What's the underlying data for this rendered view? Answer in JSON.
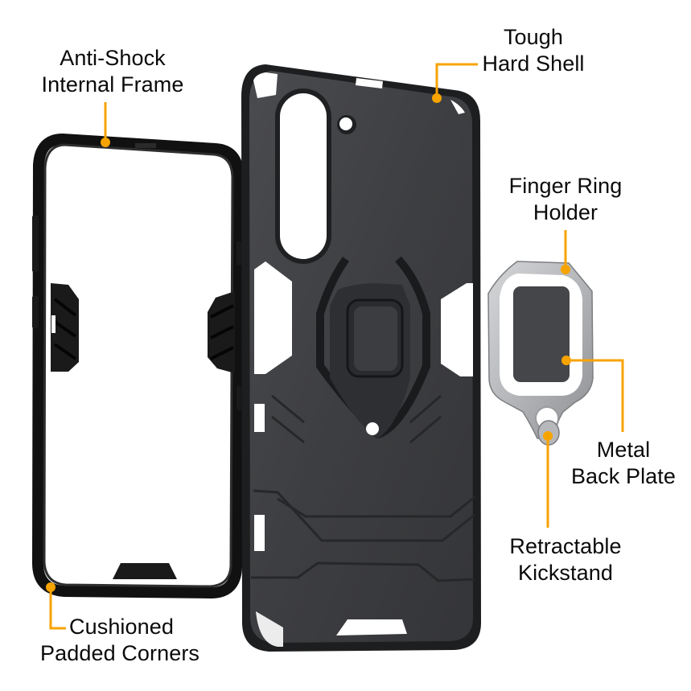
{
  "colors": {
    "accent": "#F7A300",
    "text": "#0A0A0A",
    "background": "#FFFFFF",
    "shell": "#3F4043",
    "shell_dark": "#1E1F21",
    "frame": "#141414",
    "ring_metal": "#B9BBBD",
    "plate": "#454648"
  },
  "callouts": [
    {
      "id": "anti-shock-internal-frame",
      "line1": "Anti-Shock",
      "line2": "Internal Frame"
    },
    {
      "id": "tough-hard-shell",
      "line1": "Tough",
      "line2": "Hard Shell"
    },
    {
      "id": "finger-ring-holder",
      "line1": "Finger Ring",
      "line2": "Holder"
    },
    {
      "id": "metal-back-plate",
      "line1": "Metal",
      "line2": "Back Plate"
    },
    {
      "id": "retractable-kickstand",
      "line1": "Retractable",
      "line2": "Kickstand"
    },
    {
      "id": "cushioned-padded-corners",
      "line1": "Cushioned",
      "line2": "Padded Corners"
    }
  ],
  "components": {
    "internal_frame": "Anti-shock internal frame (inner bumper)",
    "hard_shell": "Tough hard shell back cover with ring mount",
    "ring_holder": "Finger ring holder with metal back plate and kickstand hinge"
  }
}
